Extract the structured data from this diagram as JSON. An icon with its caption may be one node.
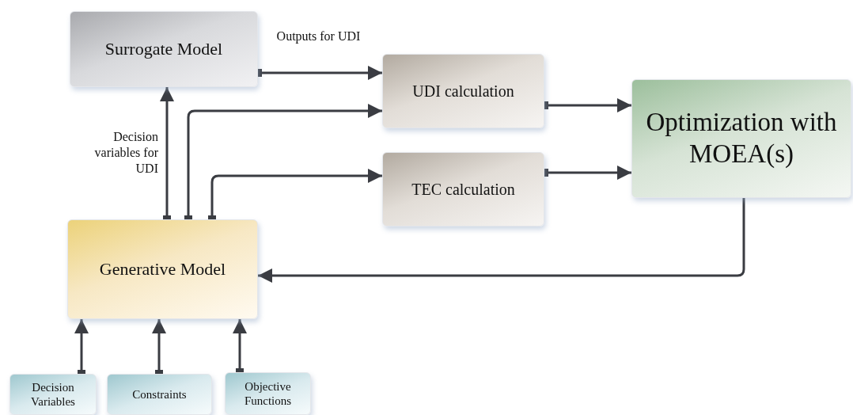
{
  "diagram": {
    "nodes": [
      {
        "text": [
          "Surrogate Model"
        ]
      },
      {
        "text": [
          "UDI calculation"
        ]
      },
      {
        "text": [
          "TEC calculation"
        ]
      },
      {
        "text": [
          "Optimization with MOEA(s)"
        ]
      },
      {
        "text": [
          "Generative Model"
        ]
      },
      {
        "text": [
          "Decision Variables"
        ]
      },
      {
        "text": [
          "Constraints"
        ]
      },
      {
        "text": [
          "Objective Functions"
        ]
      }
    ],
    "edges": [
      {
        "from": 4,
        "to": 0,
        "arrow": "to",
        "label": "Decision variables for UDI"
      },
      {
        "from": 0,
        "to": 1,
        "arrow": "to",
        "label": "Outputs for UDI"
      },
      {
        "from": 4,
        "to": 1,
        "arrow": "to"
      },
      {
        "from": 4,
        "to": 2,
        "arrow": "to"
      },
      {
        "from": 1,
        "to": 3,
        "arrow": "to"
      },
      {
        "from": 2,
        "to": 3,
        "arrow": "to"
      },
      {
        "from": 3,
        "to": 4,
        "arrow": "to"
      },
      {
        "from": 5,
        "to": 4,
        "arrow": "to"
      },
      {
        "from": 6,
        "to": 4,
        "arrow": "to"
      },
      {
        "from": 7,
        "to": 4,
        "arrow": "to"
      }
    ]
  }
}
